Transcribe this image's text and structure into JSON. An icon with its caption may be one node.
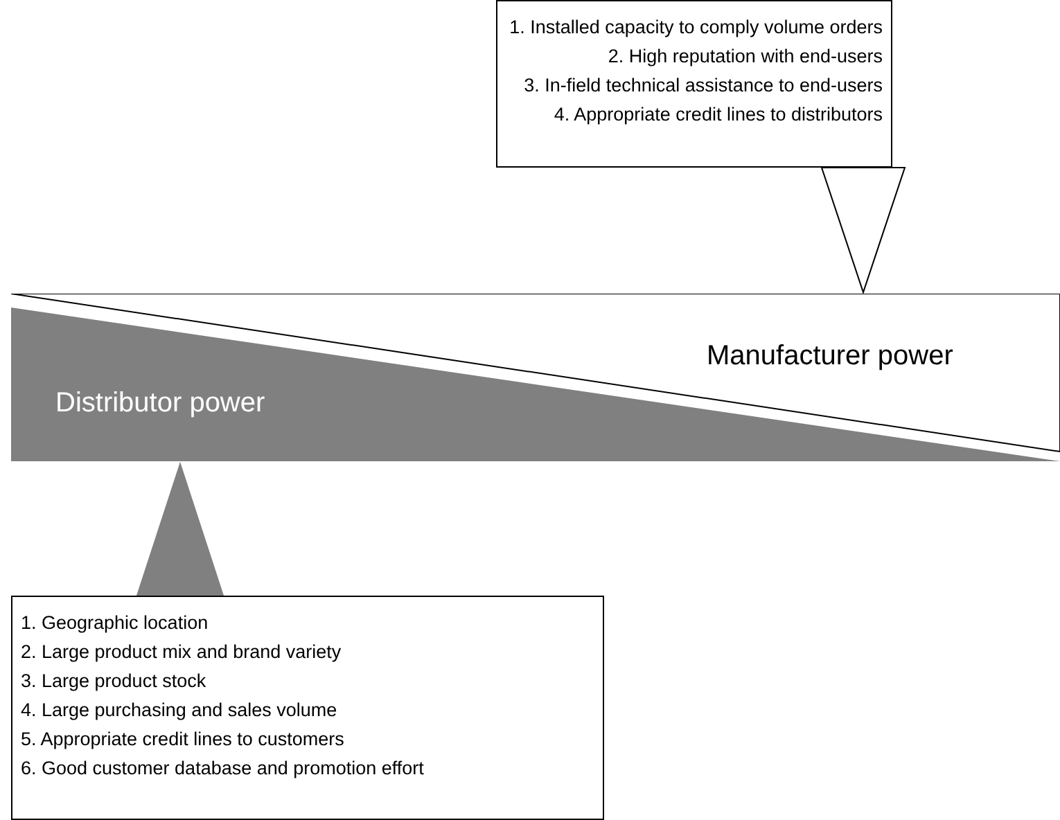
{
  "diagram": {
    "nodes": [
      {
        "text": [
          "1. Installed capacity to comply volume orders",
          "2. High reputation with end-users",
          "3. In-field technical assistance to end-users",
          "4. Appropriate credit lines to distributors"
        ]
      },
      {
        "text": [
          "Manufacturer power"
        ]
      },
      {
        "text": [
          "Distributor power"
        ]
      },
      {
        "text": [
          "1. Geographic location",
          "2. Large product mix and brand variety",
          "3. Large product stock",
          "4. Large purchasing and sales volume",
          "5. Appropriate credit lines to customers",
          "6. Good customer database and promotion effort"
        ]
      }
    ],
    "edges": [
      {
        "from": 0,
        "to": 1,
        "arrow": "to"
      },
      {
        "from": 3,
        "to": 2,
        "arrow": "to",
        "color": "#808080"
      }
    ]
  }
}
